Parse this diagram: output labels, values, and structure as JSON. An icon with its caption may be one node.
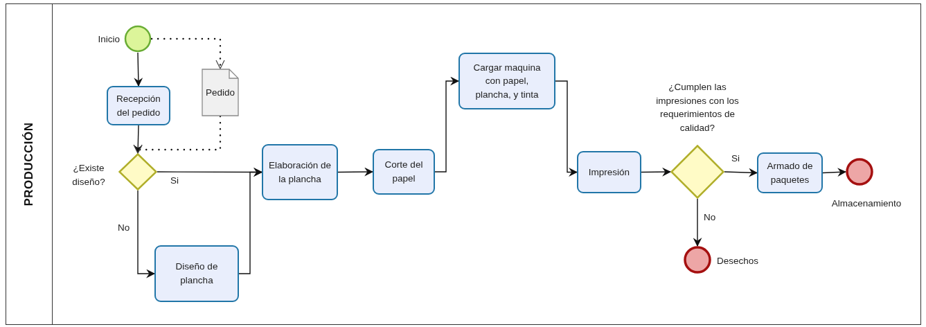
{
  "diagram": {
    "nodes": [
      {
        "text": [
          "PRODUCCIÓN"
        ]
      },
      {
        "text": [],
        "shape": "circle",
        "beside": [
          "Inicio"
        ],
        "in": 0
      },
      {
        "text": [
          "Recepción del pedido"
        ],
        "in": 0
      },
      {
        "text": [
          "Pedido"
        ],
        "in": 0
      },
      {
        "text": [],
        "shape": "diamond",
        "beside": [
          "¿Existe diseño?"
        ],
        "in": 0
      },
      {
        "text": [
          "Elaboración de la plancha"
        ],
        "in": 0
      },
      {
        "text": [
          "Diseño de plancha"
        ],
        "in": 0
      },
      {
        "text": [
          "Corte del papel"
        ],
        "in": 0
      },
      {
        "text": [
          "Cargar maquina con papel, plancha, y tinta"
        ],
        "in": 0
      },
      {
        "text": [
          "Impresión"
        ],
        "in": 0
      },
      {
        "text": [],
        "shape": "diamond",
        "beside": [
          "¿Cumplen las impresiones con los requerimientos de calidad?"
        ],
        "in": 0
      },
      {
        "text": [
          "Armado de paquetes"
        ],
        "in": 0
      },
      {
        "text": [],
        "shape": "circle",
        "beside": [
          "Almacenamiento"
        ],
        "in": 0
      },
      {
        "text": [],
        "shape": "circle",
        "beside": [
          "Desechos"
        ],
        "in": 0
      }
    ],
    "edges": [
      {
        "from": 1,
        "to": 2,
        "arrow": "to"
      },
      {
        "from": 1,
        "to": 3,
        "arrow": "to",
        "style": "dashed"
      },
      {
        "from": 2,
        "to": 4,
        "arrow": "to"
      },
      {
        "from": 3,
        "to": 4,
        "arrow": "to",
        "style": "dashed"
      },
      {
        "from": 4,
        "to": 5,
        "arrow": "to",
        "label": "Si"
      },
      {
        "from": 4,
        "to": 6,
        "arrow": "to",
        "label": "No"
      },
      {
        "from": 6,
        "to": 5,
        "arrow": "to"
      },
      {
        "from": 5,
        "to": 7,
        "arrow": "to"
      },
      {
        "from": 7,
        "to": 8,
        "arrow": "to"
      },
      {
        "from": 8,
        "to": 9,
        "arrow": "to"
      },
      {
        "from": 9,
        "to": 10,
        "arrow": "to"
      },
      {
        "from": 10,
        "to": 11,
        "arrow": "to",
        "label": "Si"
      },
      {
        "from": 10,
        "to": 13,
        "arrow": "to",
        "label": "No"
      },
      {
        "from": 11,
        "to": 12,
        "arrow": "to"
      }
    ]
  }
}
